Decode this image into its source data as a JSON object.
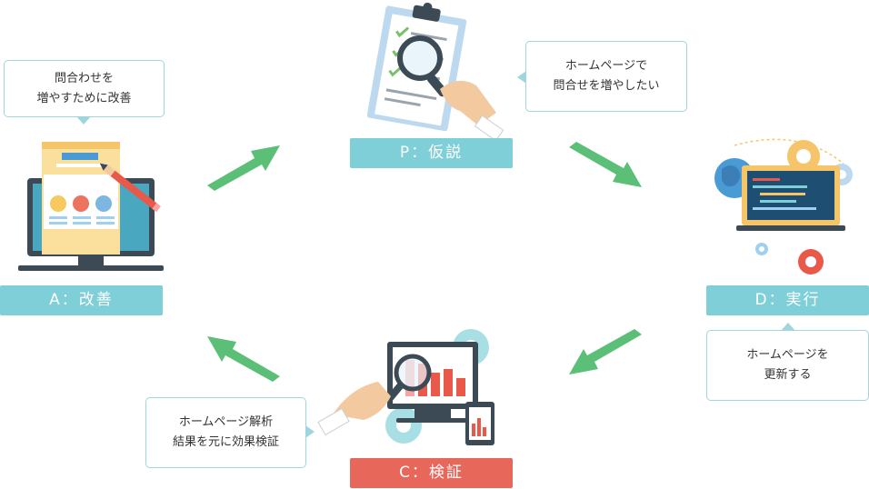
{
  "stages": {
    "plan": {
      "label": "P：仮説"
    },
    "do": {
      "label": "D：実行"
    },
    "check": {
      "label": "C：検証"
    },
    "act": {
      "label": "A：改善"
    }
  },
  "bubbles": {
    "act": {
      "line1": "問合わせを",
      "line2": "増やすために改善"
    },
    "plan": {
      "line1": "ホームページで",
      "line2": "問合せを増やしたい"
    },
    "do": {
      "line1": "ホームページを",
      "line2": "更新する"
    },
    "check": {
      "line1": "ホームページ解析",
      "line2": "結果を元に効果検証"
    }
  },
  "colors": {
    "label_teal": "#7ecfd8",
    "label_red": "#e7685b",
    "arrow_green": "#5cbf78",
    "bubble_border": "#9fd6dd"
  },
  "icons": {
    "plan": "clipboard-magnifier-icon",
    "do": "laptop-gears-globe-icon",
    "check": "monitor-chart-magnifier-icon",
    "act": "monitor-webpage-pencil-icon",
    "arrows": "cycle-arrow-icon"
  }
}
